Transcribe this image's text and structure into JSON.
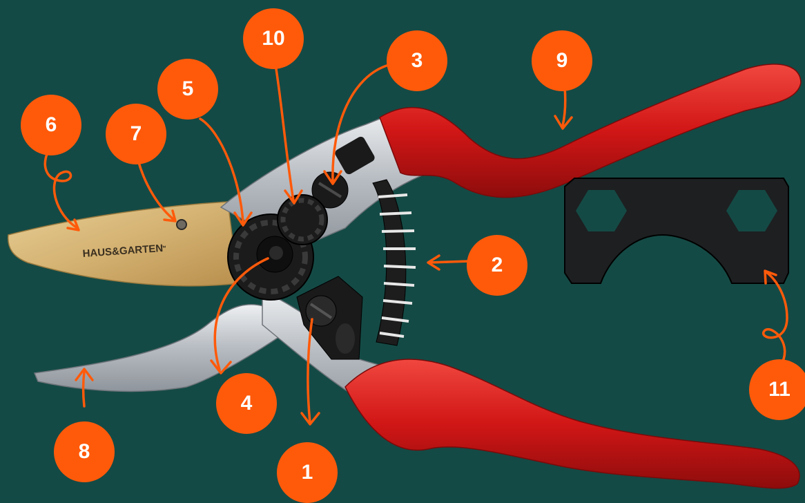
{
  "blade_brand": "HAUS&GARTEN",
  "blade_brand_tm": "™",
  "colors": {
    "background": "#144a45",
    "marker": "#ff5a0a",
    "handle": "#d91f1f",
    "blade": "#d9b878",
    "metal": "#c9ccd0"
  },
  "markers": [
    {
      "id": "1",
      "label": "1"
    },
    {
      "id": "2",
      "label": "2"
    },
    {
      "id": "3",
      "label": "3"
    },
    {
      "id": "4",
      "label": "4"
    },
    {
      "id": "5",
      "label": "5"
    },
    {
      "id": "6",
      "label": "6"
    },
    {
      "id": "7",
      "label": "7"
    },
    {
      "id": "8",
      "label": "8"
    },
    {
      "id": "9",
      "label": "9"
    },
    {
      "id": "10",
      "label": "10"
    },
    {
      "id": "11",
      "label": "11"
    }
  ]
}
